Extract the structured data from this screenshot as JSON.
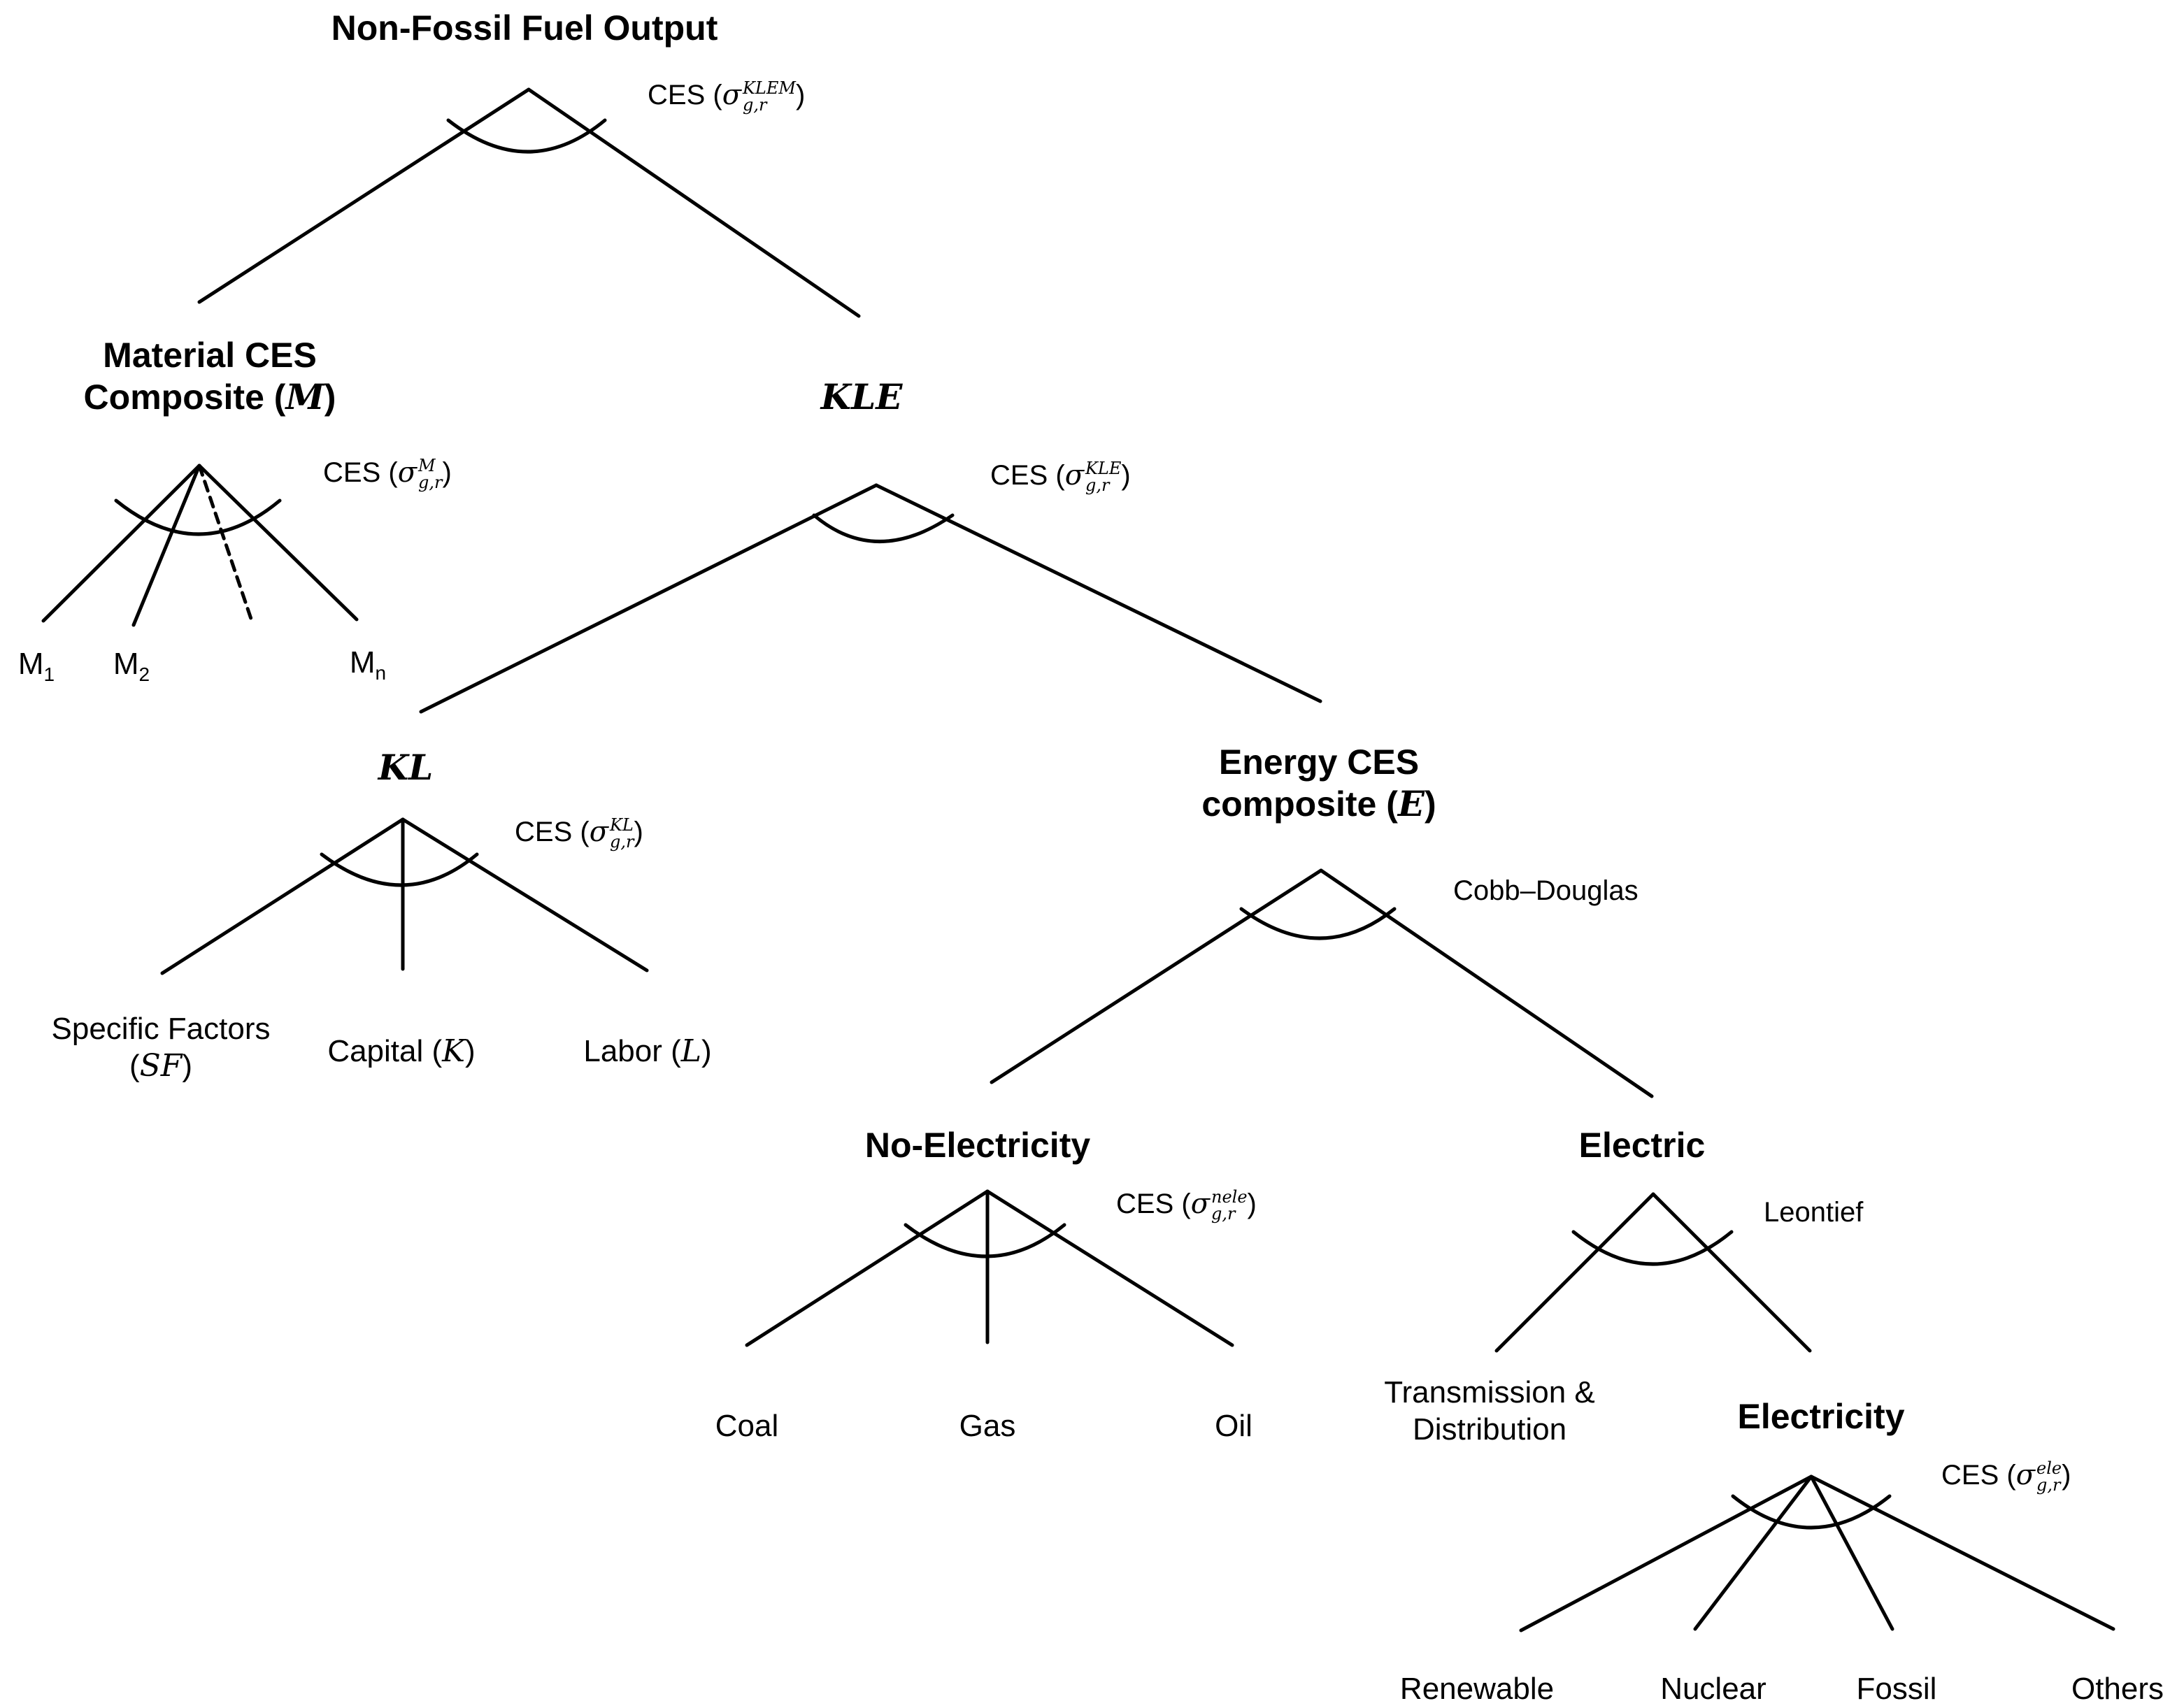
{
  "nodes": {
    "root": "Non-Fossil Fuel Output",
    "material_l1": "Material CES",
    "material_l2": "Composite (",
    "material_var": "M",
    "material_close": ")",
    "kle": "KLE",
    "kl": "KL",
    "energy_l1": "Energy CES",
    "energy_l2": "composite (",
    "energy_var": "E",
    "energy_close": ")",
    "no_electricity": "No-Electricity",
    "electric": "Electric",
    "electricity": "Electricity"
  },
  "leaves": {
    "m1": "M",
    "m1_sub": "1",
    "m2": "M",
    "m2_sub": "2",
    "mn": "M",
    "mn_sub": "n",
    "specific_l1": "Specific Factors",
    "specific_l2": "(",
    "specific_var": "SF",
    "specific_close": ")",
    "capital": "Capital (",
    "capital_var": "K",
    "capital_close": ")",
    "labor": "Labor (",
    "labor_var": "L",
    "labor_close": ")",
    "coal": "Coal",
    "gas": "Gas",
    "oil": "Oil",
    "transmission_l1": "Transmission &",
    "transmission_l2": "Distribution",
    "renewable": "Renewable",
    "nuclear": "Nuclear",
    "fossil": "Fossil",
    "others": "Others"
  },
  "functions": {
    "ces_prefix": "CES (",
    "sigma": "σ",
    "close": ")",
    "klem_sup": "KLEM",
    "klem_sub": "g,r",
    "m_sup": "M",
    "m_sub": "g,r",
    "kle_sup": "KLE",
    "kle_sub": "g,r",
    "kl_sup": "KL",
    "kl_sub": "g,r",
    "nele_sup": "nele",
    "nele_sub": "g,r",
    "ele_sup": "ele",
    "ele_sub": "g,r",
    "cobb_douglas": "Cobb–Douglas",
    "leontief": "Leontief"
  },
  "colors": {
    "line": "#000000",
    "text": "#000000",
    "background": "#ffffff"
  }
}
